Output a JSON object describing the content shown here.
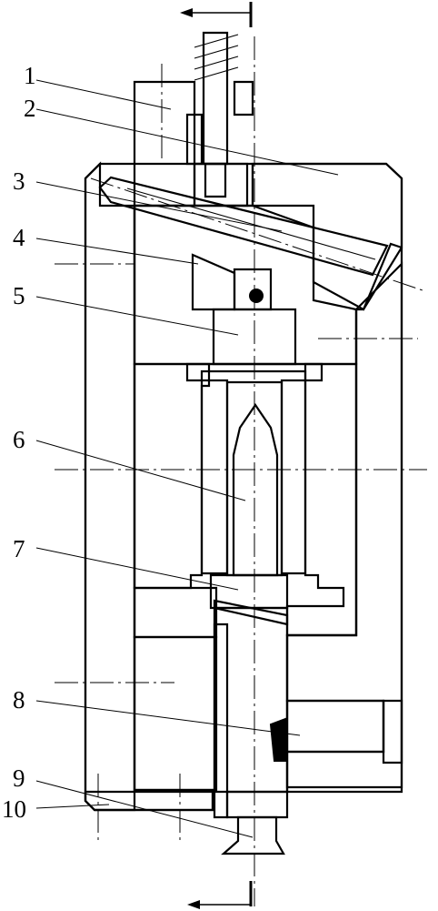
{
  "figure": {
    "part_labels": [
      "1",
      "2",
      "3",
      "4",
      "5",
      "6",
      "7",
      "8",
      "9",
      "10"
    ]
  },
  "parts": [
    {
      "id": "1",
      "icon": "nut-icon"
    },
    {
      "id": "2",
      "icon": "housing-icon"
    },
    {
      "id": "3",
      "icon": "inclined-pin-icon"
    },
    {
      "id": "4",
      "icon": "upper-block-icon"
    },
    {
      "id": "5",
      "icon": "upper-punch-icon"
    },
    {
      "id": "6",
      "icon": "core-rod-icon"
    },
    {
      "id": "7",
      "icon": "lower-punch-icon"
    },
    {
      "id": "8",
      "icon": "ejector-icon"
    },
    {
      "id": "9",
      "icon": "ejector-pin-icon"
    },
    {
      "id": "10",
      "icon": "base-plate-icon"
    }
  ],
  "colors": {
    "ink": "#000000",
    "paper": "#ffffff"
  }
}
